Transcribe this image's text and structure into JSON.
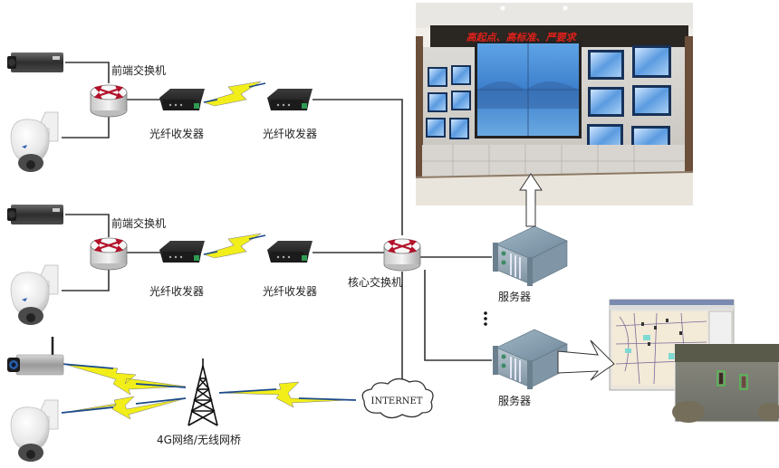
{
  "diagram": {
    "type": "network-topology",
    "title": "",
    "groups": [
      {
        "name": "front-end-group-1",
        "cameras": [
          "box-camera",
          "dome-camera"
        ],
        "switch_label": "前端交换机",
        "transceiver_left_label": "光纤收发器",
        "transceiver_right_label": "光纤收发器",
        "link_type": "fiber"
      },
      {
        "name": "front-end-group-2",
        "cameras": [
          "box-camera",
          "dome-camera"
        ],
        "switch_label": "前端交换机",
        "transceiver_left_label": "光纤收发器",
        "transceiver_right_label": "光纤收发器",
        "link_type": "fiber"
      },
      {
        "name": "wireless-group",
        "cameras": [
          "wireless-box-camera",
          "dome-camera"
        ],
        "tower_label": "4G网络/无线网桥",
        "cloud_label": "INTERNET",
        "link_type": "wireless"
      }
    ],
    "core_switch_label": "核心交换机",
    "servers": [
      {
        "label": "服务器",
        "output": "video-wall"
      },
      {
        "label": "服务器",
        "output": "monitoring-client"
      }
    ],
    "ellipsis": "⋮",
    "video_wall": {
      "banner_text": "高起点、高标准、严要求",
      "banner_color": "#e0201a"
    },
    "monitoring_client": {
      "description": "GIS map client with video analytics"
    },
    "colors": {
      "line": "#333333",
      "lightning_yellow": "#f2ee1a",
      "lightning_blue": "#1a4a8a",
      "switch_arrow": "#b3122a",
      "server_body": "#8fa6b6"
    }
  }
}
